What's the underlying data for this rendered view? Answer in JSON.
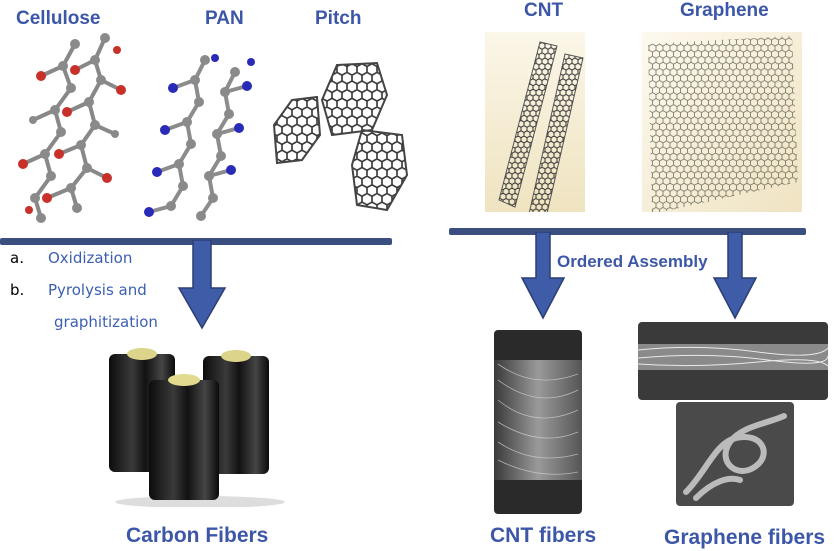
{
  "precursors": {
    "cellulose": "Cellulose",
    "pan": "PAN",
    "pitch": "Pitch",
    "cnt": "CNT",
    "graphene": "Graphene"
  },
  "process_steps": [
    {
      "key": "a.",
      "text": "Oxidization"
    },
    {
      "key": "b.",
      "text": "Pyrolysis and"
    },
    {
      "key": "",
      "text": "graphitization"
    }
  ],
  "assembly_label": "Ordered Assembly",
  "products": {
    "carbon_fibers": "Carbon Fibers",
    "cnt_fibers": "CNT fibers",
    "graphene_fibers": "Graphene fibers"
  },
  "colors": {
    "label_blue": "#3d57a8",
    "arrow_blue": "#3f5ca8",
    "bar_navy": "#3a4f80"
  }
}
